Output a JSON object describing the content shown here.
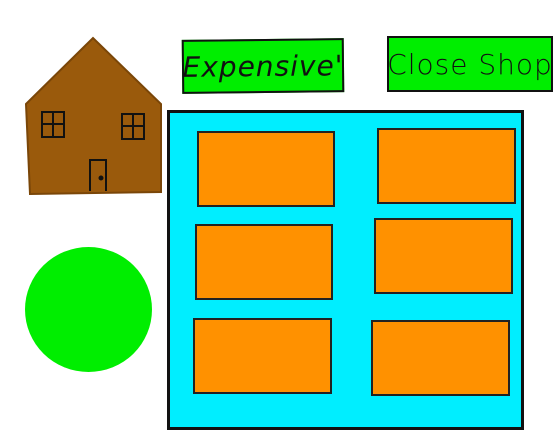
{
  "buttons": {
    "expensive_label": "Expensive'",
    "close_shop_label": "Close Shop"
  },
  "shop": {
    "slot_count": 6,
    "slot_color": "#ff9100",
    "panel_color": "#00eeff"
  },
  "colors": {
    "button": "#00ee00",
    "house_wall": "#9a5a0c",
    "circle": "#00ee00",
    "outline": "#111111"
  },
  "icons": {
    "house": "house-icon",
    "circle": "green-circle"
  }
}
